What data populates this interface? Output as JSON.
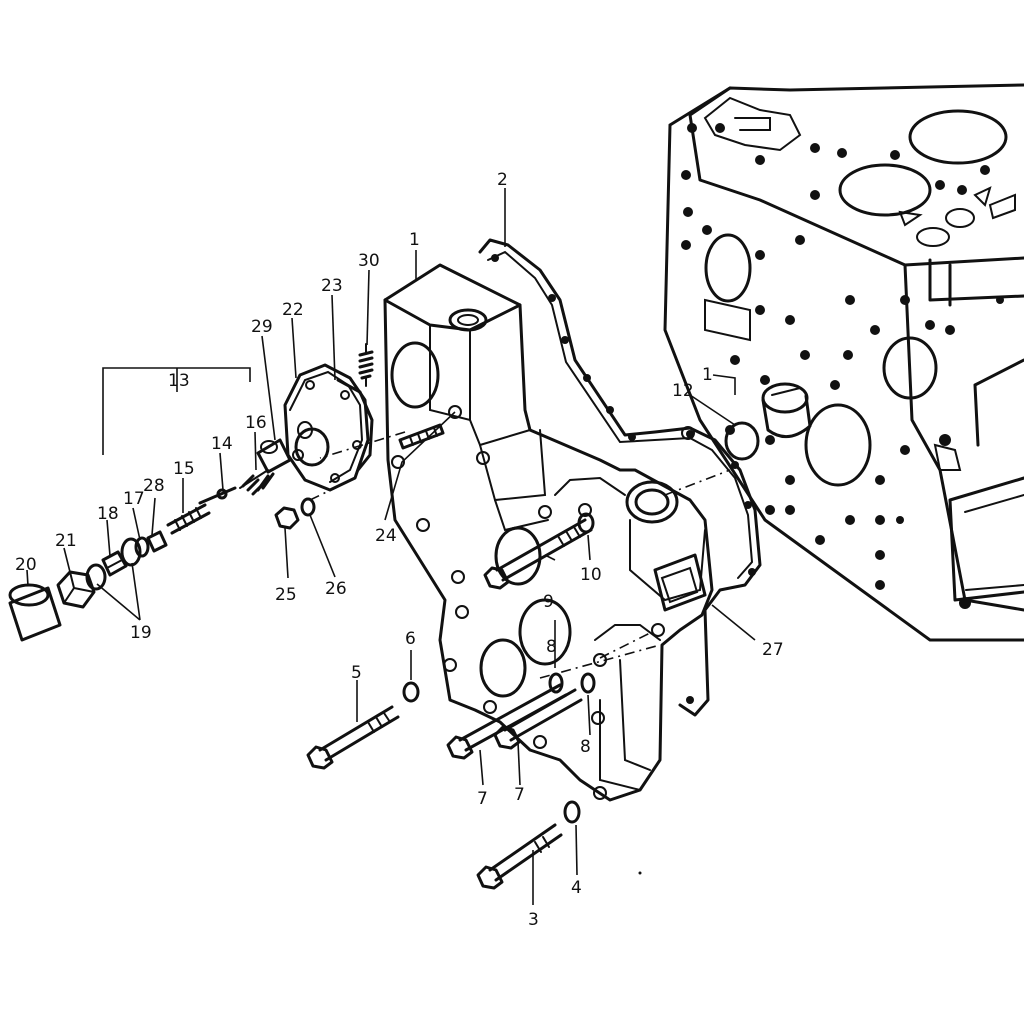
{
  "callouts": [
    {
      "id": "c1",
      "text": "1"
    },
    {
      "id": "c1b",
      "text": "1"
    },
    {
      "id": "c2",
      "text": "2"
    },
    {
      "id": "c3",
      "text": "3"
    },
    {
      "id": "c4",
      "text": "4"
    },
    {
      "id": "c5",
      "text": "5"
    },
    {
      "id": "c6",
      "text": "6"
    },
    {
      "id": "c7a",
      "text": "7"
    },
    {
      "id": "c7b",
      "text": "7"
    },
    {
      "id": "c8a",
      "text": "8"
    },
    {
      "id": "c8b",
      "text": "8"
    },
    {
      "id": "c9",
      "text": "9"
    },
    {
      "id": "c10",
      "text": "10"
    },
    {
      "id": "c12",
      "text": "12"
    },
    {
      "id": "c13",
      "text": "13"
    },
    {
      "id": "c14",
      "text": "14"
    },
    {
      "id": "c15",
      "text": "15"
    },
    {
      "id": "c16",
      "text": "16"
    },
    {
      "id": "c17",
      "text": "17"
    },
    {
      "id": "c18",
      "text": "18"
    },
    {
      "id": "c19",
      "text": "19"
    },
    {
      "id": "c20",
      "text": "20"
    },
    {
      "id": "c21",
      "text": "21"
    },
    {
      "id": "c22",
      "text": "22"
    },
    {
      "id": "c23",
      "text": "23"
    },
    {
      "id": "c24",
      "text": "24"
    },
    {
      "id": "c25",
      "text": "25"
    },
    {
      "id": "c26",
      "text": "26"
    },
    {
      "id": "c27",
      "text": "27"
    },
    {
      "id": "c28",
      "text": "28"
    },
    {
      "id": "c29",
      "text": "29"
    },
    {
      "id": "c30",
      "text": "30"
    }
  ]
}
